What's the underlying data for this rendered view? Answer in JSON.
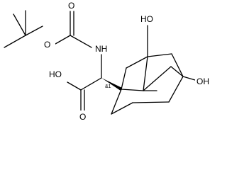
{
  "molecule": {
    "labels": {
      "o_ester": "O",
      "o_carbonyl_top": "O",
      "nh": "NH",
      "oh_acid": "HO",
      "o_acid": "O",
      "stereo": "&1",
      "oh_top": "HO",
      "oh_right": "OH"
    }
  }
}
